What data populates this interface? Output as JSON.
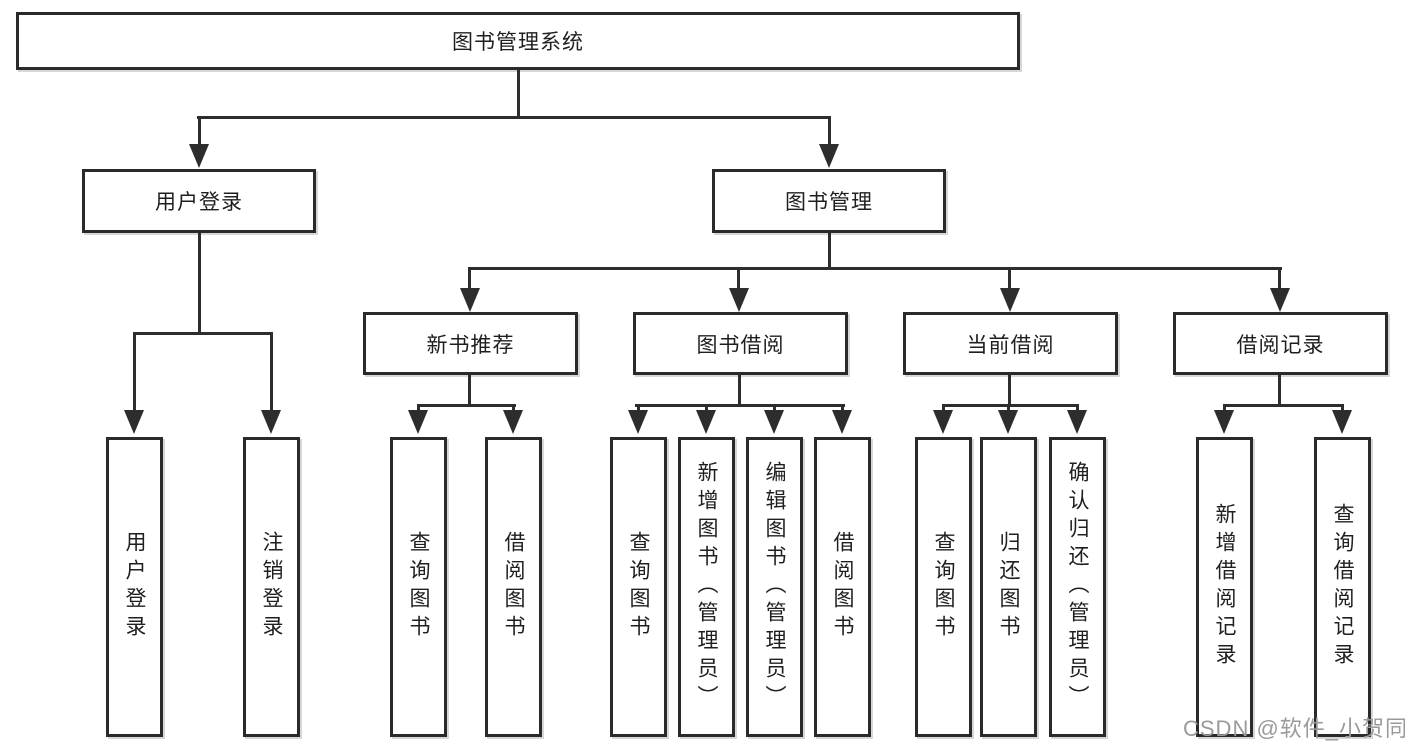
{
  "colors": {
    "background": "#ffffff",
    "line": "#2d2d2d",
    "node_border": "#2a2a2a",
    "text": "#1f1f1f",
    "watermark": "#9a9a9a"
  },
  "watermark": {
    "text": "CSDN @软件_小贺同学"
  },
  "diagram": {
    "root": {
      "label": "图书管理系统"
    },
    "branches": {
      "user_login": {
        "label": "用户登录",
        "children": [
          {
            "label": "用户登录"
          },
          {
            "label": "注销登录"
          }
        ]
      },
      "book_management": {
        "label": "图书管理"
      }
    },
    "modules": [
      {
        "label": "新书推荐",
        "children": [
          {
            "label": "查询图书"
          },
          {
            "label": "借阅图书"
          }
        ]
      },
      {
        "label": "图书借阅",
        "children": [
          {
            "label": "查询图书"
          },
          {
            "label": "新增图书（管理员）"
          },
          {
            "label": "编辑图书（管理员）"
          },
          {
            "label": "借阅图书"
          }
        ]
      },
      {
        "label": "当前借阅",
        "children": [
          {
            "label": "查询图书"
          },
          {
            "label": "归还图书"
          },
          {
            "label": "确认归还（管理员）"
          }
        ]
      },
      {
        "label": "借阅记录",
        "children": [
          {
            "label": "新增借阅记录"
          },
          {
            "label": "查询借阅记录"
          }
        ]
      }
    ]
  }
}
